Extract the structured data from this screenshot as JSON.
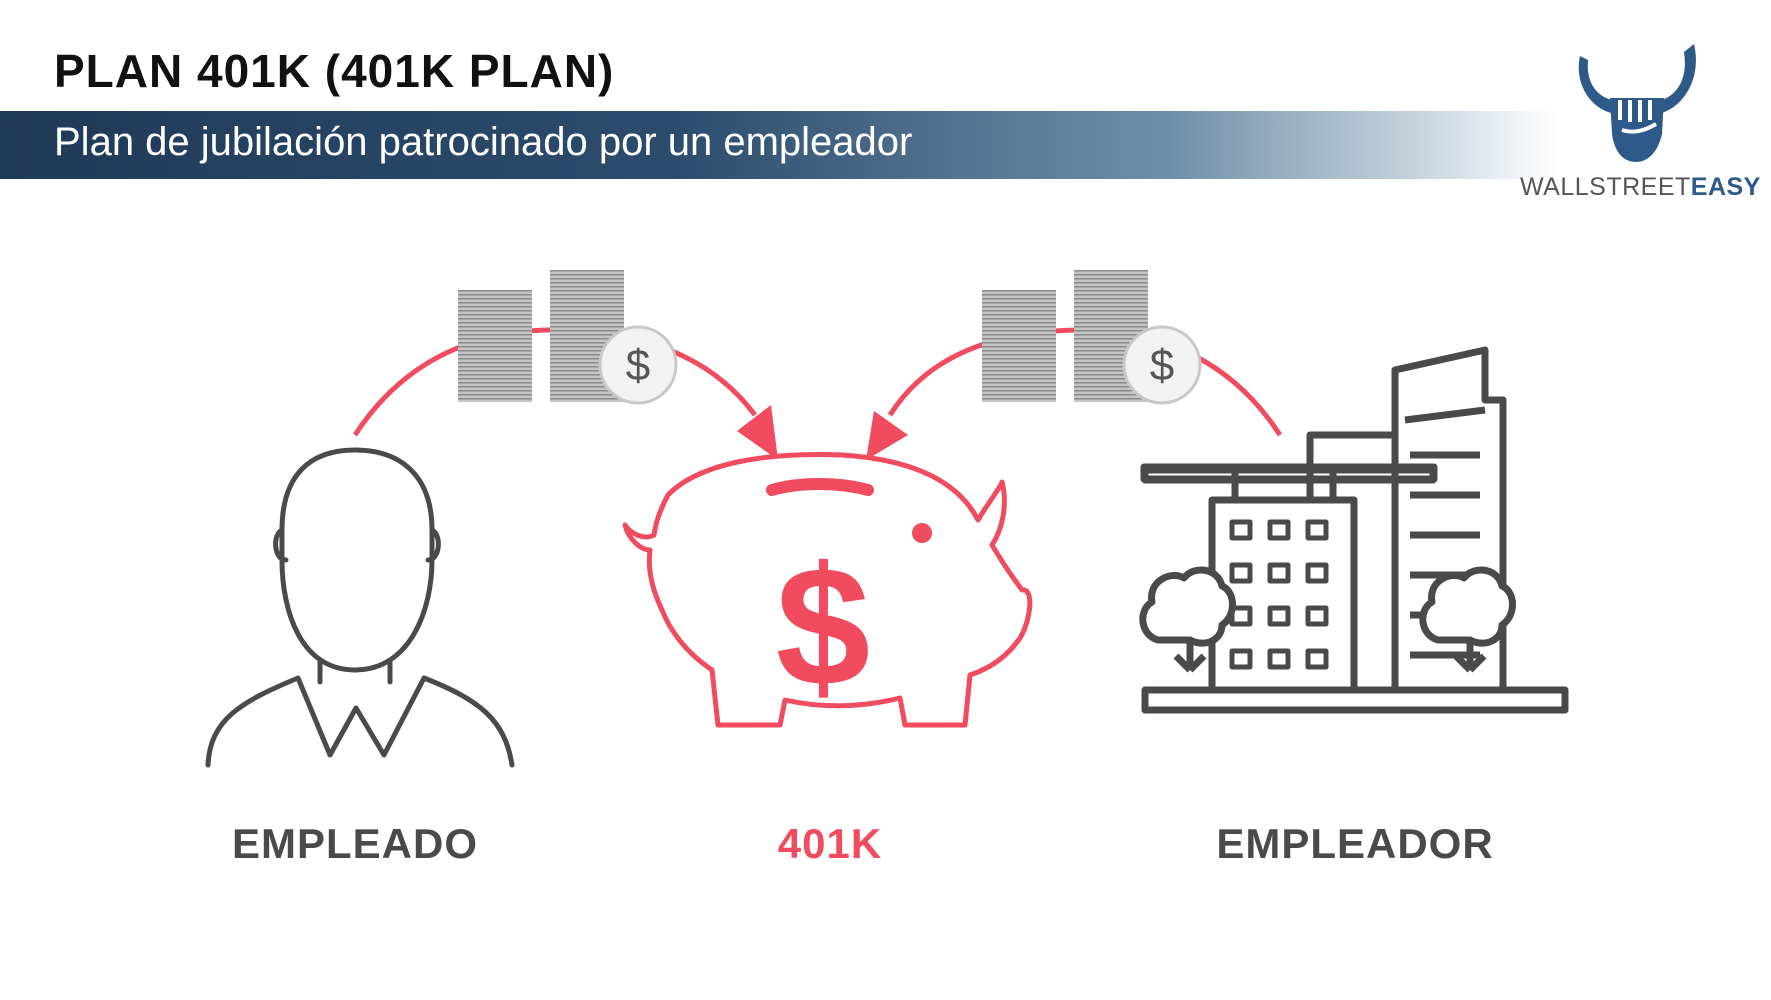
{
  "header": {
    "title": "PLAN 401K (401K PLAN)",
    "subtitle": "Plan de jubilación patrocinado por un empleador"
  },
  "logo": {
    "text_light": "WALLSTREET",
    "text_bold": "EASY",
    "icon": "bull-fist-icon"
  },
  "diagram": {
    "nodes": [
      {
        "id": "employee",
        "label": "EMPLEADO",
        "icon": "person-icon"
      },
      {
        "id": "plan",
        "label": "401K",
        "icon": "piggy-bank-dollar-icon"
      },
      {
        "id": "employer",
        "label": "EMPLEADOR",
        "icon": "office-building-icon"
      }
    ],
    "edges": [
      {
        "from": "employee",
        "to": "plan",
        "icon": "coin-stack-dollar-icon"
      },
      {
        "from": "employer",
        "to": "plan",
        "icon": "coin-stack-dollar-icon"
      }
    ],
    "coin_symbol": "$",
    "piggy_symbol": "$"
  },
  "colors": {
    "accent": "#f04b5e",
    "icon_gray": "#4a4a4a",
    "banner_dark": "#1f3a57",
    "logo_blue": "#2e5a8a"
  }
}
